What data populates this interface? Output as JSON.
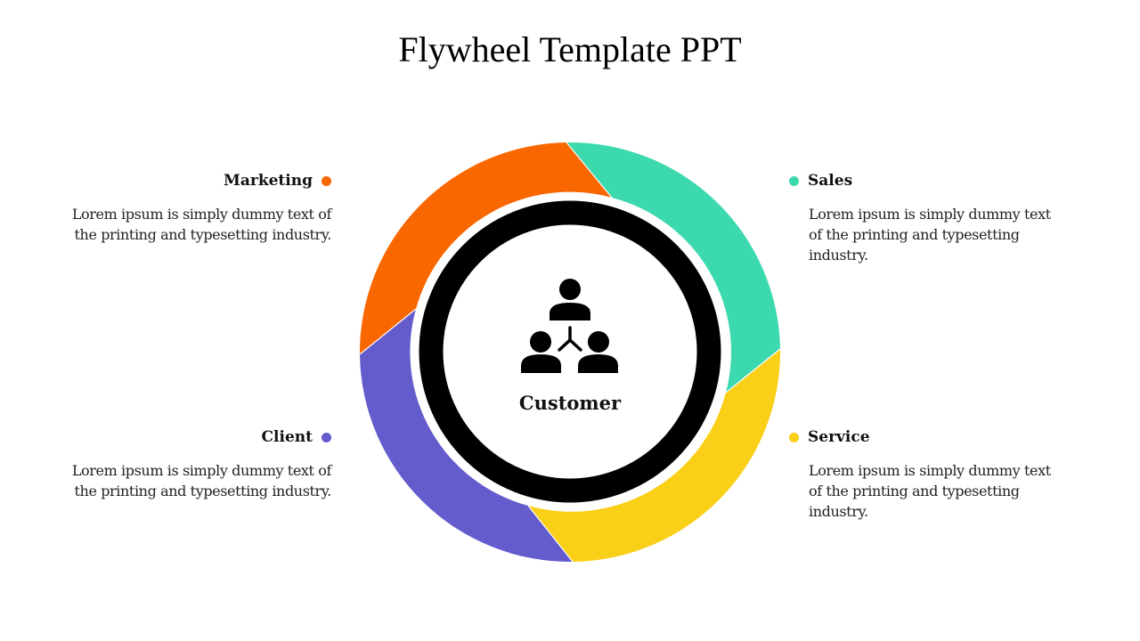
{
  "title": "Flywheel Template PPT",
  "center": {
    "label": "Customer",
    "icon": "people-network-icon"
  },
  "colors": {
    "marketing": "#F96700",
    "sales": "#3DD9AE",
    "service": "#F9CF17",
    "client": "#645BCD",
    "ring": "#000000"
  },
  "items": [
    {
      "key": "marketing",
      "label": "Marketing",
      "text": "Lorem ipsum is simply dummy text of the printing and typesetting industry."
    },
    {
      "key": "sales",
      "label": "Sales",
      "text": "Lorem ipsum is simply dummy text of the printing and typesetting industry."
    },
    {
      "key": "client",
      "label": "Client",
      "text": "Lorem ipsum is simply dummy text of the printing and typesetting industry."
    },
    {
      "key": "service",
      "label": "Service",
      "text": "Lorem ipsum is simply dummy text of the printing and typesetting industry."
    }
  ]
}
